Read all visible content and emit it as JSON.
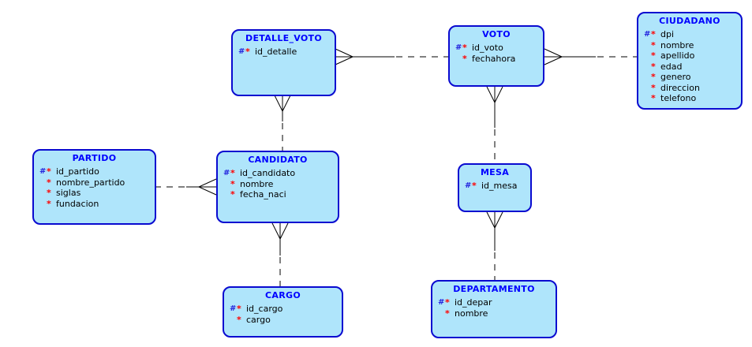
{
  "diagram": {
    "type": "entity-relationship",
    "notation": {
      "key_marker": "#",
      "required_marker": "*"
    },
    "colors": {
      "canvas_background": "#FFFFFF",
      "entity_fill": "#AFE5FB",
      "entity_border": "#0A0AD0",
      "entity_title": "#0000FF",
      "key_marker": "#2222DD",
      "required_marker": "#FF0000",
      "attribute_text": "#000000",
      "relationship_line": "#000000"
    },
    "entities": [
      {
        "title": "DETALLE_VOTO",
        "attributes": [
          {
            "key": "#",
            "req": "*",
            "name": "id_detalle"
          }
        ]
      },
      {
        "title": "VOTO",
        "attributes": [
          {
            "key": "#",
            "req": "*",
            "name": "id_voto"
          },
          {
            "key": "",
            "req": "*",
            "name": "fechahora"
          }
        ]
      },
      {
        "title": "CIUDADANO",
        "attributes": [
          {
            "key": "#",
            "req": "*",
            "name": "dpi"
          },
          {
            "key": "",
            "req": "*",
            "name": "nombre"
          },
          {
            "key": "",
            "req": "*",
            "name": "apellido"
          },
          {
            "key": "",
            "req": "*",
            "name": "edad"
          },
          {
            "key": "",
            "req": "*",
            "name": "genero"
          },
          {
            "key": "",
            "req": "*",
            "name": "direccion"
          },
          {
            "key": "",
            "req": "*",
            "name": "telefono"
          }
        ]
      },
      {
        "title": "PARTIDO",
        "attributes": [
          {
            "key": "#",
            "req": "*",
            "name": "id_partido"
          },
          {
            "key": "",
            "req": "*",
            "name": "nombre_partido"
          },
          {
            "key": "",
            "req": "*",
            "name": "siglas"
          },
          {
            "key": "",
            "req": "*",
            "name": "fundacion"
          }
        ]
      },
      {
        "title": "CANDIDATO",
        "attributes": [
          {
            "key": "#",
            "req": "*",
            "name": "id_candidato"
          },
          {
            "key": "",
            "req": "*",
            "name": "nombre"
          },
          {
            "key": "",
            "req": "*",
            "name": "fecha_naci"
          }
        ]
      },
      {
        "title": "MESA",
        "attributes": [
          {
            "key": "#",
            "req": "*",
            "name": "id_mesa"
          }
        ]
      },
      {
        "title": "CARGO",
        "attributes": [
          {
            "key": "#",
            "req": "*",
            "name": "id_cargo"
          },
          {
            "key": "",
            "req": "*",
            "name": "cargo"
          }
        ]
      },
      {
        "title": "DEPARTAMENTO",
        "attributes": [
          {
            "key": "#",
            "req": "*",
            "name": "id_depar"
          },
          {
            "key": "",
            "req": "*",
            "name": "nombre"
          }
        ]
      }
    ],
    "relationships": [
      {
        "many": "DETALLE_VOTO",
        "one": "VOTO",
        "line": "solid at many end, dashed at one end"
      },
      {
        "many": "VOTO",
        "one": "CIUDADANO",
        "line": "solid at many end, dashed at one end"
      },
      {
        "many": "CANDIDATO",
        "one": "PARTIDO",
        "line": "solid at many end, dashed at one end"
      },
      {
        "many": "DETALLE_VOTO",
        "one": "CANDIDATO",
        "line": "solid at many end, dashed at one end"
      },
      {
        "many": "VOTO",
        "one": "MESA",
        "line": "solid at many end, dashed at one end"
      },
      {
        "many": "CANDIDATO",
        "one": "CARGO",
        "line": "solid at many end, dashed at one end"
      },
      {
        "many": "MESA",
        "one": "DEPARTAMENTO",
        "line": "solid at many end, dashed at one end"
      }
    ]
  }
}
